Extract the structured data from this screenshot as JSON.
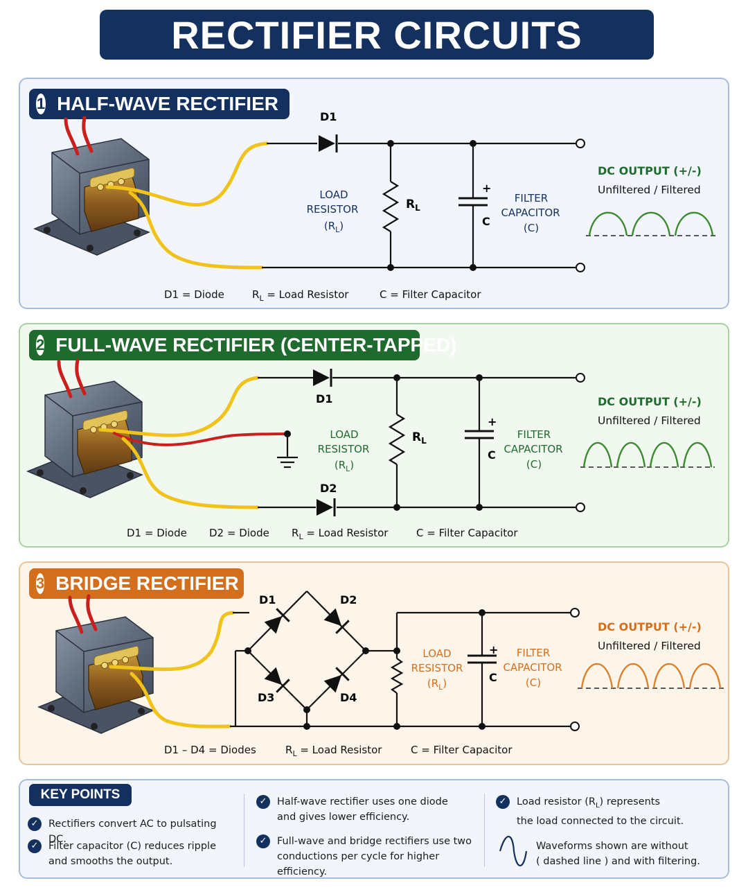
{
  "title": "RECTIFIER CIRCUITS",
  "colors": {
    "navy": "#13305f",
    "green": "#1f6b2d",
    "orange": "#d36f1c",
    "wire_yellow": "#f0c21a",
    "wire_red": "#c9201e",
    "wave_green": "#3a8a2e",
    "wave_orange": "#d9822b"
  },
  "sections": [
    {
      "number": "1",
      "heading": "HALF-WAVE RECTIFIER",
      "labels": {
        "d1": "D1",
        "rl": "R",
        "rl_sub": "L",
        "load1": "LOAD",
        "load2": "RESISTOR",
        "load3_pre": "(R",
        "load3_sub": "L",
        "load3_post": ")",
        "plus": "+",
        "c": "C",
        "filter1": "FILTER",
        "filter2": "CAPACITOR",
        "filter3": "(C)",
        "output": "DC OUTPUT (+/-)",
        "uf": "Unfiltered / Filtered"
      },
      "legend": [
        {
          "text": "D1 = Diode"
        },
        {
          "pre": "R",
          "sub": "L",
          "post": " = Load Resistor"
        },
        {
          "text": "C = Filter Capacitor"
        }
      ],
      "waveform_humps": 3
    },
    {
      "number": "2",
      "heading": "FULL-WAVE RECTIFIER (CENTER-TAPPED)",
      "labels": {
        "d1": "D1",
        "d2": "D2",
        "rl": "R",
        "rl_sub": "L",
        "load1": "LOAD",
        "load2": "RESISTOR",
        "load3_pre": "(R",
        "load3_sub": "L",
        "load3_post": ")",
        "plus": "+",
        "c": "C",
        "filter1": "FILTER",
        "filter2": "CAPACITOR",
        "filter3": "(C)",
        "output": "DC OUTPUT (+/-)",
        "uf": "Unfiltered / Filtered"
      },
      "legend": [
        {
          "text": "D1 = Diode"
        },
        {
          "text": "D2 = Diode"
        },
        {
          "pre": "R",
          "sub": "L",
          "post": " = Load Resistor"
        },
        {
          "text": "C = Filter Capacitor"
        }
      ],
      "waveform_humps": 4
    },
    {
      "number": "3",
      "heading": "BRIDGE RECTIFIER",
      "labels": {
        "d1": "D1",
        "d2": "D2",
        "d3": "D3",
        "d4": "D4",
        "load1": "LOAD",
        "load2": "RESISTOR",
        "load3_pre": "(R",
        "load3_sub": "L",
        "load3_post": ")",
        "plus": "+",
        "c": "C",
        "filter1": "FILTER",
        "filter2": "CAPACITOR",
        "filter3": "(C)",
        "output": "DC OUTPUT (+/-)",
        "uf": "Unfiltered / Filtered"
      },
      "legend": [
        {
          "text": "D1 – D4 = Diodes"
        },
        {
          "pre": "R",
          "sub": "L",
          "post": " = Load Resistor"
        },
        {
          "text": "C = Filter Capacitor"
        }
      ],
      "waveform_humps": 4
    }
  ],
  "key_points": {
    "heading": "KEY POINTS",
    "col1": [
      {
        "line1": "Rectifiers convert AC to pulsating DC.",
        "line2": ""
      },
      {
        "line1": "Filter capacitor (C) reduces ripple",
        "line2": "and smooths the output."
      }
    ],
    "col2": [
      {
        "line1": "Half-wave rectifier uses one diode",
        "line2": "and gives lower efficiency."
      },
      {
        "line1": "Full-wave and bridge rectifiers use two",
        "line2": "conductions per cycle for higher efficiency."
      }
    ],
    "col3": [
      {
        "line1_pre": "Load resistor (R",
        "line1_sub": "L",
        "line1_post": ") represents",
        "line2": "the load connected to the circuit."
      },
      {
        "line1": "Waveforms shown are without",
        "line2": "( dashed line ) and with filtering."
      }
    ]
  }
}
